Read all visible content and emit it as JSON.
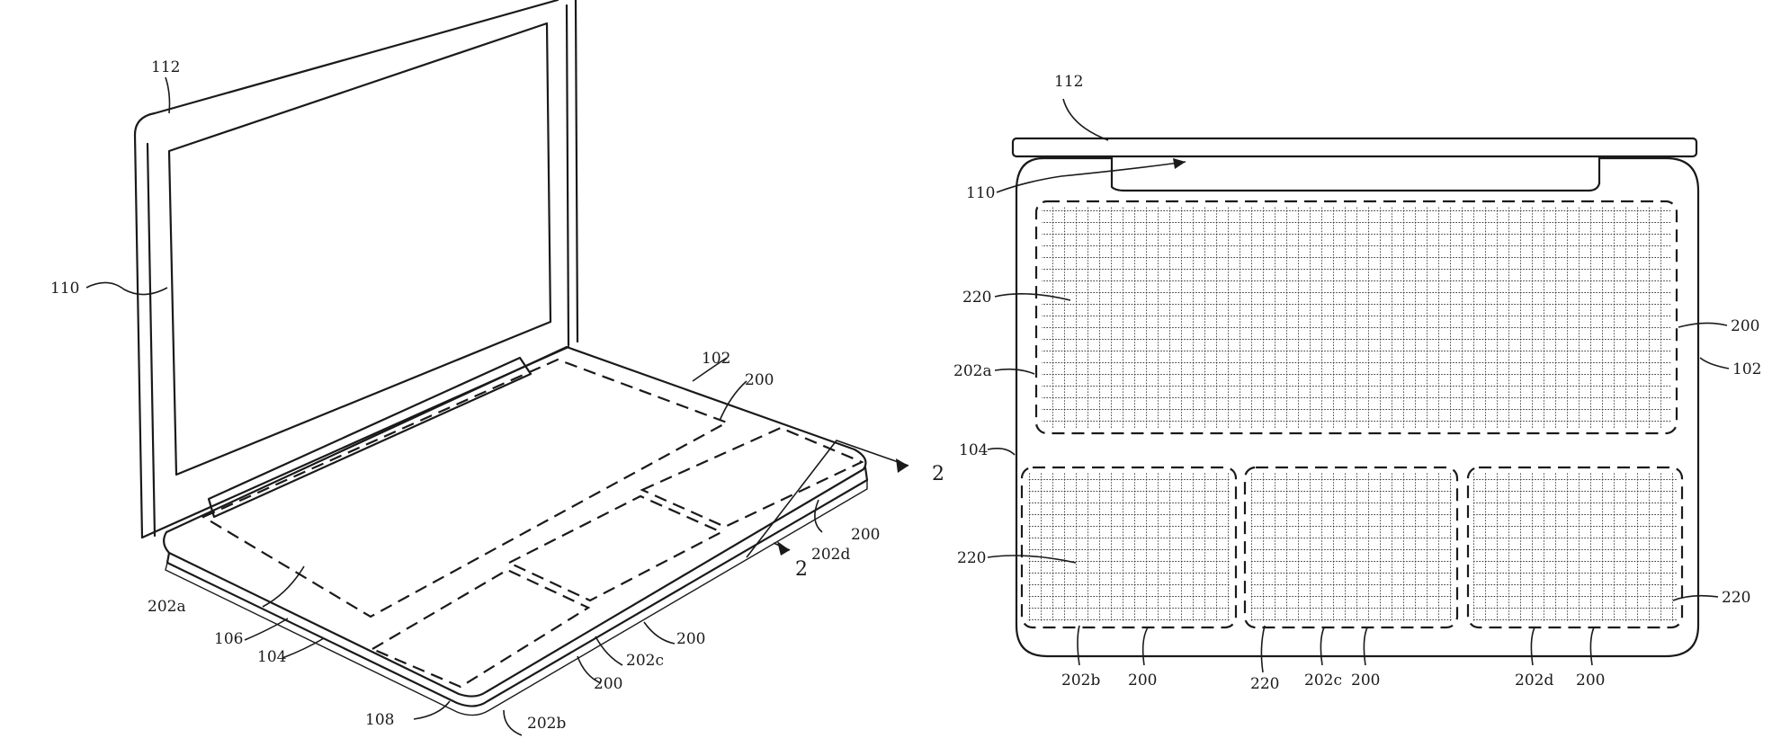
{
  "labels": {
    "l112": "112",
    "l110": "110",
    "l102": "102",
    "l200": "200",
    "l2": "2",
    "l202a": "202a",
    "l202b": "202b",
    "l202c": "202c",
    "l202d": "202d",
    "l104": "104",
    "l106": "106",
    "l108": "108",
    "l220": "220"
  },
  "colors": {
    "ink": "#1a1a1a",
    "paper": "#ffffff"
  }
}
